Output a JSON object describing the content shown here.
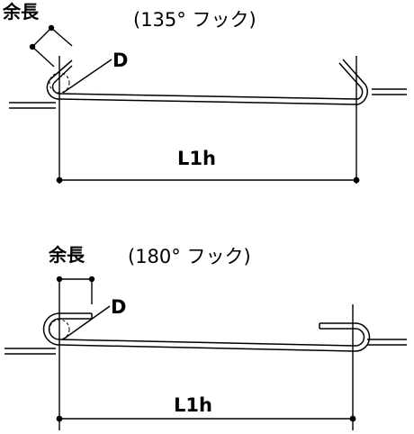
{
  "top": {
    "title": "(135° フック)",
    "extra_length_label": "余長",
    "diameter_label": "D",
    "length_label": "L1h"
  },
  "bottom": {
    "title": "(180° フック)",
    "extra_length_label": "余長",
    "diameter_label": "D",
    "length_label": "L1h"
  }
}
